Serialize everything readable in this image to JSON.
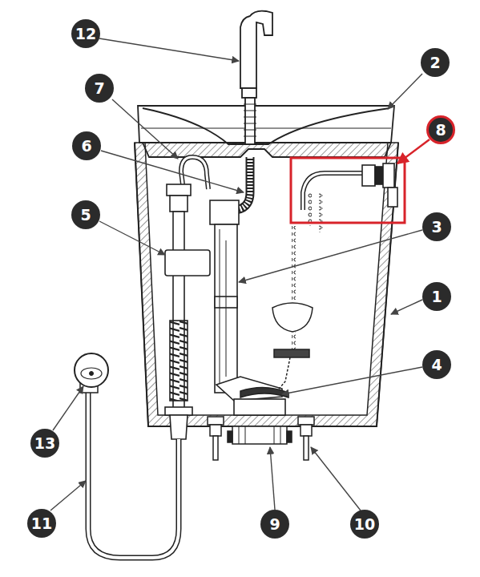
{
  "diagram": {
    "labels": [
      "12",
      "2",
      "7",
      "8",
      "6",
      "5",
      "3",
      "1",
      "4",
      "13",
      "11",
      "9",
      "10"
    ]
  }
}
